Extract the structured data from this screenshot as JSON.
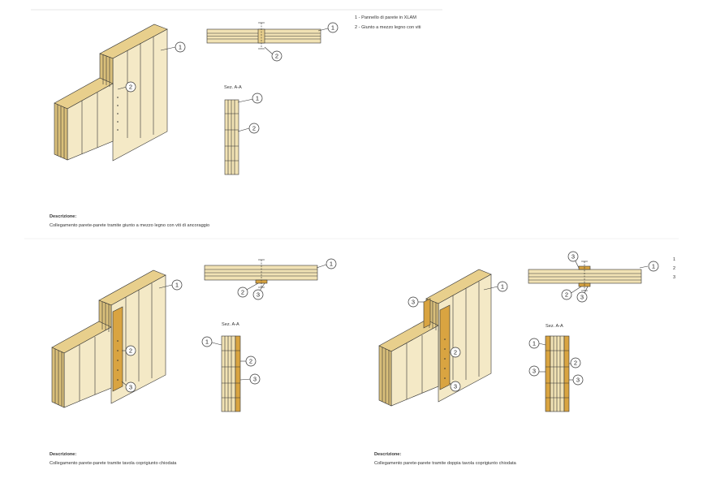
{
  "legend": [
    "1 - Pannello di parete in XLAM",
    "2 - Giunto a mezzo legno con viti"
  ],
  "section_label": "Sez. A-A",
  "callouts": [
    "1",
    "2",
    "3"
  ],
  "panels": [
    {
      "description_title": "Descrizione:",
      "description_text": "Collegamento parete-parete tramite giunto a mezzo legno con viti di ancoraggio"
    },
    {
      "description_title": "Descrizione:",
      "description_text": "Collegamento parete-parete tramite tavola coprigiunto chiodata"
    },
    {
      "description_title": "Descrizione:",
      "description_text": "Collegamento parete-parete tramite doppia tavola coprigiunto chiodata"
    }
  ],
  "legend_right_partial": [
    "1",
    "2",
    "3"
  ],
  "colors": {
    "wood": "#f1e2b4",
    "wood_dark": "#d9bf7a",
    "wood_layer": "#c9a65a",
    "board": "#d9a441",
    "line": "#333333"
  }
}
